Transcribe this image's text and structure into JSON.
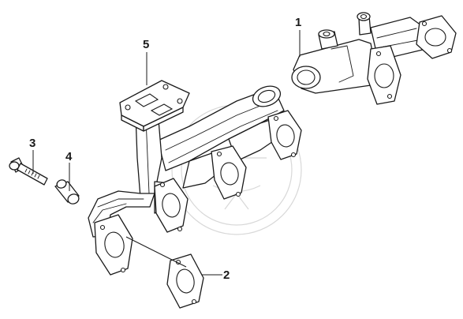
{
  "callouts": {
    "c1": "1",
    "c2": "2",
    "c3": "3",
    "c4": "4",
    "c5": "5"
  },
  "colors": {
    "ink": "#1a1a1a",
    "watermark": "#d8d8d8",
    "background": "#ffffff"
  }
}
